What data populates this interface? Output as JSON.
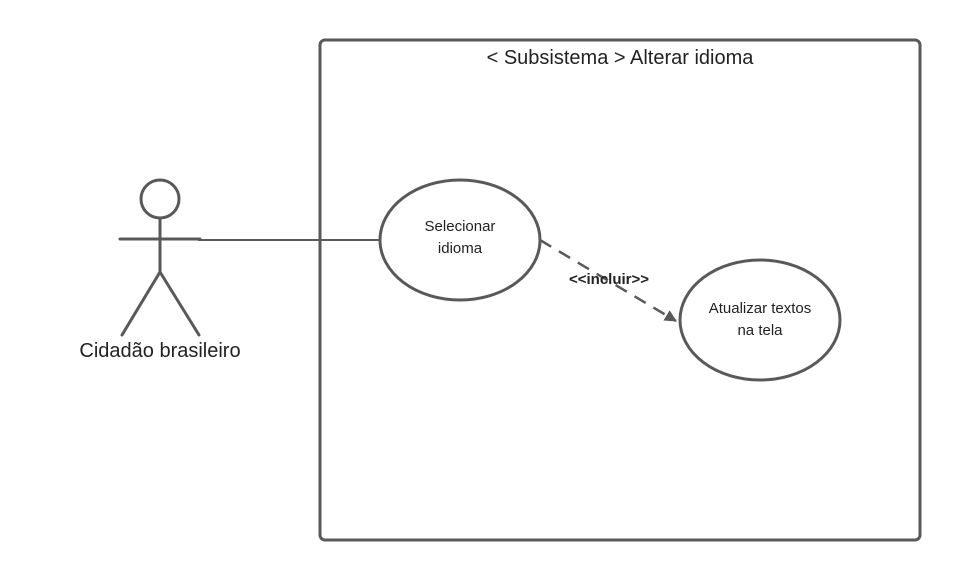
{
  "colors": {
    "stroke": "#595959",
    "text": "#222222",
    "background": "#ffffff"
  },
  "system": {
    "title": "< Subsistema > Alterar idioma"
  },
  "actor": {
    "name": "Cidadão brasileiro"
  },
  "use_cases": [
    {
      "lines": [
        "Selecionar",
        "idioma"
      ]
    },
    {
      "lines": [
        "Atualizar textos",
        "na tela"
      ]
    }
  ],
  "relationships": [
    {
      "label": "<<incluir>>",
      "style": "dashed",
      "arrow": "open"
    }
  ]
}
